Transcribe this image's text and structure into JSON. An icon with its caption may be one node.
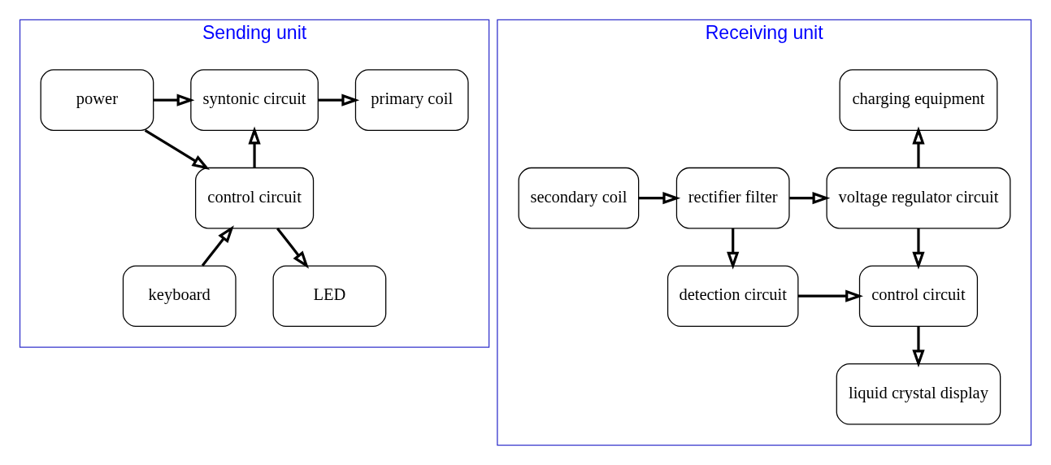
{
  "diagram": {
    "nodes": [
      {
        "text": [
          "Sending unit"
        ]
      },
      {
        "text": [
          "power"
        ],
        "in": 0
      },
      {
        "text": [
          "syntonic circuit"
        ],
        "in": 0
      },
      {
        "text": [
          "primary coil"
        ],
        "in": 0
      },
      {
        "text": [
          "control circuit"
        ],
        "in": 0
      },
      {
        "text": [
          "keyboard"
        ],
        "in": 0
      },
      {
        "text": [
          "LED"
        ],
        "in": 0
      },
      {
        "text": [
          "Receiving unit"
        ]
      },
      {
        "text": [
          "charging equipment"
        ],
        "in": 7
      },
      {
        "text": [
          "secondary coil"
        ],
        "in": 7
      },
      {
        "text": [
          "rectifier filter"
        ],
        "in": 7
      },
      {
        "text": [
          "voltage regulator circuit"
        ],
        "in": 7
      },
      {
        "text": [
          "detection circuit"
        ],
        "in": 7
      },
      {
        "text": [
          "control circuit"
        ],
        "in": 7
      },
      {
        "text": [
          "liquid crystal display"
        ],
        "in": 7
      }
    ],
    "edges": [
      {
        "from": 1,
        "to": 2,
        "arrow": "to"
      },
      {
        "from": 2,
        "to": 3,
        "arrow": "to"
      },
      {
        "from": 1,
        "to": 4,
        "arrow": "to"
      },
      {
        "from": 4,
        "to": 2,
        "arrow": "to"
      },
      {
        "from": 5,
        "to": 4,
        "arrow": "to"
      },
      {
        "from": 4,
        "to": 6,
        "arrow": "to"
      },
      {
        "from": 9,
        "to": 10,
        "arrow": "to"
      },
      {
        "from": 10,
        "to": 11,
        "arrow": "to"
      },
      {
        "from": 11,
        "to": 8,
        "arrow": "to"
      },
      {
        "from": 10,
        "to": 12,
        "arrow": "to"
      },
      {
        "from": 11,
        "to": 13,
        "arrow": "to"
      },
      {
        "from": 12,
        "to": 13,
        "arrow": "to"
      },
      {
        "from": 13,
        "to": 14,
        "arrow": "to"
      }
    ]
  }
}
